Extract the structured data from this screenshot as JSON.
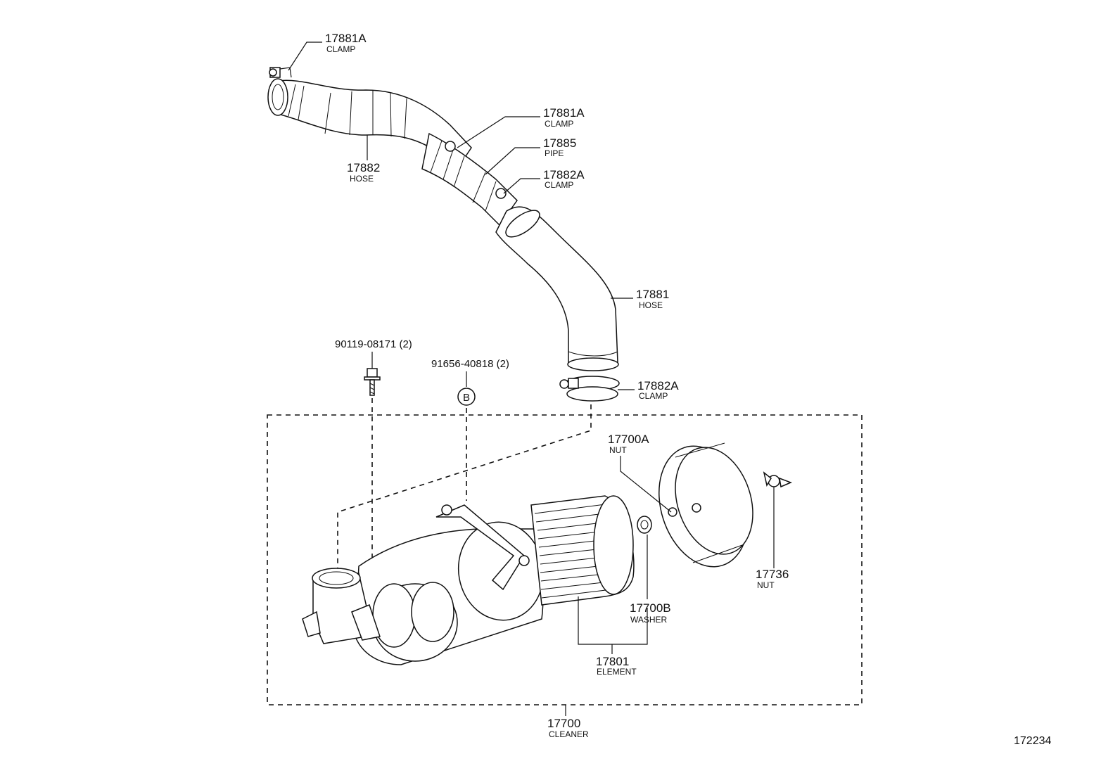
{
  "labels": {
    "clamp_17881a_top": {
      "number": "17881A",
      "name": "CLAMP"
    },
    "hose_17882": {
      "number": "17882",
      "name": "HOSE"
    },
    "clamp_17881a_mid": {
      "number": "17881A",
      "name": "CLAMP"
    },
    "pipe_17885": {
      "number": "17885",
      "name": "PIPE"
    },
    "clamp_17882a_upper": {
      "number": "17882A",
      "name": "CLAMP"
    },
    "hose_17881": {
      "number": "17881",
      "name": "HOSE"
    },
    "bolt_90119": {
      "number": "90119-08171 (2)"
    },
    "nut_91656": {
      "number": "91656-40818 (2)",
      "callout": "B"
    },
    "clamp_17882a_lower": {
      "number": "17882A",
      "name": "CLAMP"
    },
    "nut_17700a": {
      "number": "17700A",
      "name": "NUT"
    },
    "nut_17736": {
      "number": "17736",
      "name": "NUT"
    },
    "washer_17700b": {
      "number": "17700B",
      "name": "WASHER"
    },
    "element_17801": {
      "number": "17801",
      "name": "ELEMENT"
    },
    "cleaner_17700": {
      "number": "17700",
      "name": "CLEANER"
    }
  },
  "figure_number": "172234"
}
